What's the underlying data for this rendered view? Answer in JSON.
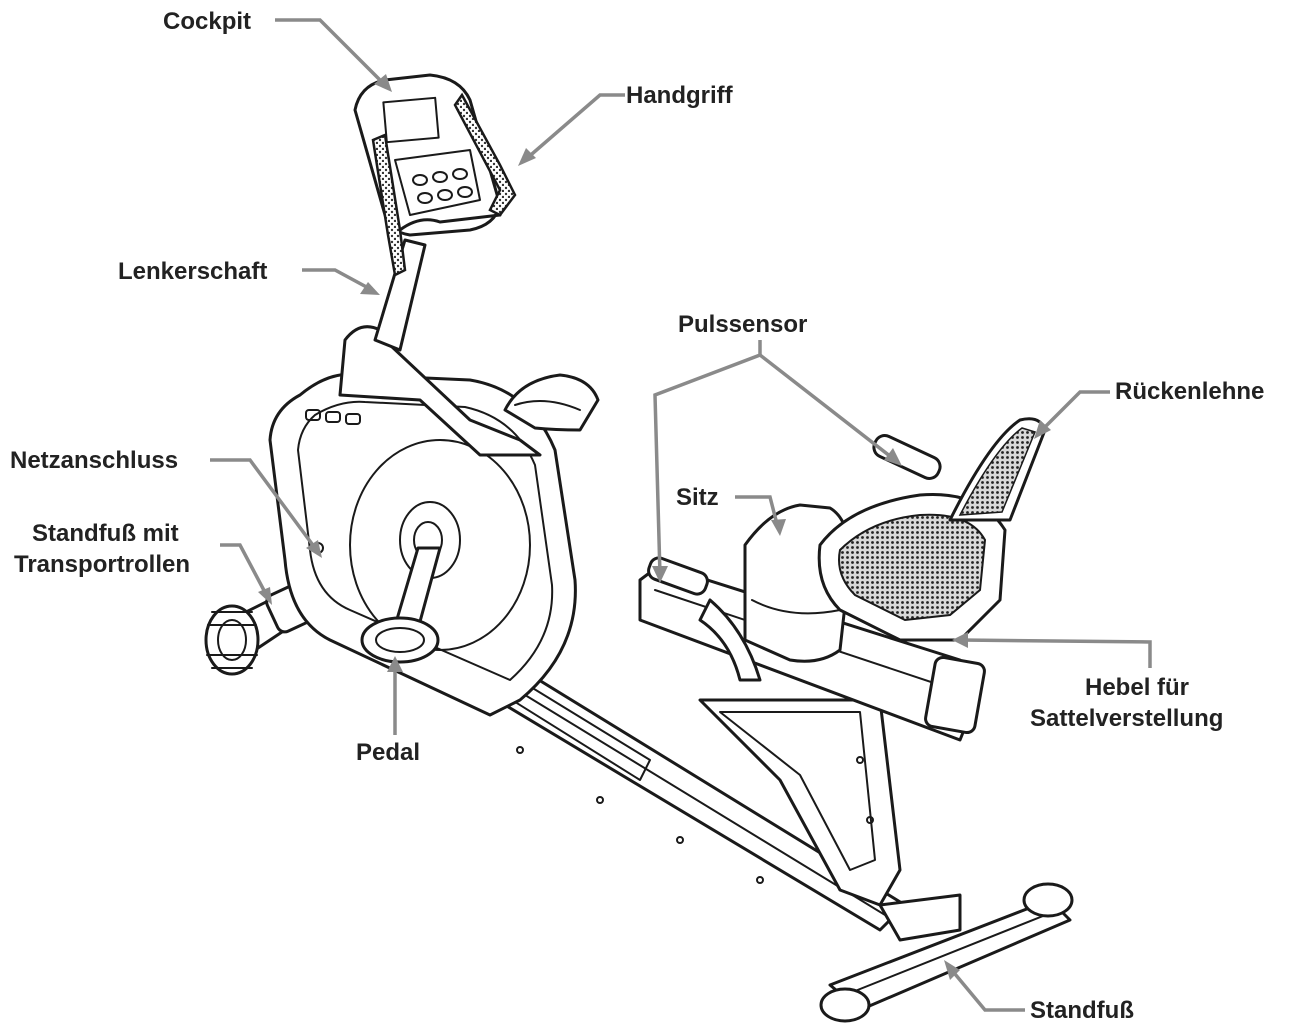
{
  "labels": {
    "cockpit": "Cockpit",
    "handgriff": "Handgriff",
    "lenkerschaft": "Lenkerschaft",
    "pulssensor": "Pulssensor",
    "rueckenlehne": "Rückenlehne",
    "netzanschluss": "Netzanschluss",
    "standfuss_transport_line1": "Standfuß mit",
    "standfuss_transport_line2": "Transportrollen",
    "sitz": "Sitz",
    "hebel_line1": "Hebel für",
    "hebel_line2": "Sattelverstellung",
    "pedal": "Pedal",
    "standfuss": "Standfuß"
  },
  "colors": {
    "text": "#222222",
    "leader": "#8a8a8a",
    "drawing": "#1a1a1a"
  }
}
